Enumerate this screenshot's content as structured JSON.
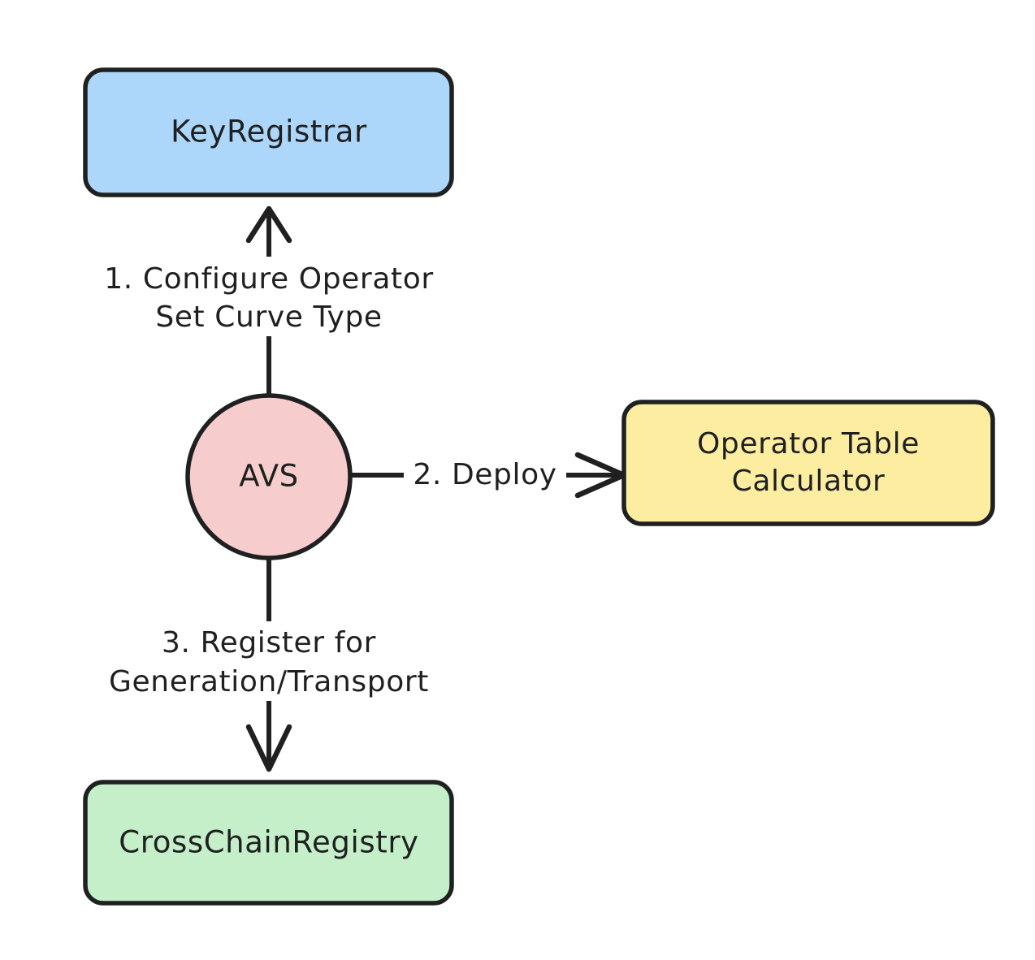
{
  "diagram": {
    "type": "flowchart",
    "direction": "top-down",
    "background": "#ffffff",
    "stroke_color": "#1f2020",
    "text_color": "#1f2020",
    "nodes": [
      {
        "id": "keyregistrar",
        "label": "KeyRegistrar",
        "shape": "rounded-rectangle",
        "fill": "#add6fb",
        "stroke": "#1f2020"
      },
      {
        "id": "avs",
        "label": "AVS",
        "shape": "circle",
        "fill": "#f7cccc",
        "stroke": "#1f2020"
      },
      {
        "id": "operator-table-calculator",
        "label_line1": "Operator Table",
        "label_line2": "Calculator",
        "shape": "rounded-rectangle",
        "fill": "#fceda0",
        "stroke": "#1f2020"
      },
      {
        "id": "crosschainregistry",
        "label": "CrossChainRegistry",
        "shape": "rounded-rectangle",
        "fill": "#c5efc9",
        "stroke": "#1f2020"
      }
    ],
    "edges": [
      {
        "id": "edge-avs-keyregistrar",
        "from": "avs",
        "to": "keyregistrar",
        "label_line1": "1. Configure Operator",
        "label_line2": "Set Curve Type",
        "arrowhead": "open-v",
        "direction": "up"
      },
      {
        "id": "edge-avs-calculator",
        "from": "avs",
        "to": "operator-table-calculator",
        "label_line1": "2. Deploy",
        "label_line2": "",
        "arrowhead": "open-v",
        "direction": "right"
      },
      {
        "id": "edge-avs-crosschainregistry",
        "from": "avs",
        "to": "crosschainregistry",
        "label_line1": "3. Register for",
        "label_line2": "Generation/Transport",
        "arrowhead": "open-v",
        "direction": "down"
      }
    ]
  }
}
